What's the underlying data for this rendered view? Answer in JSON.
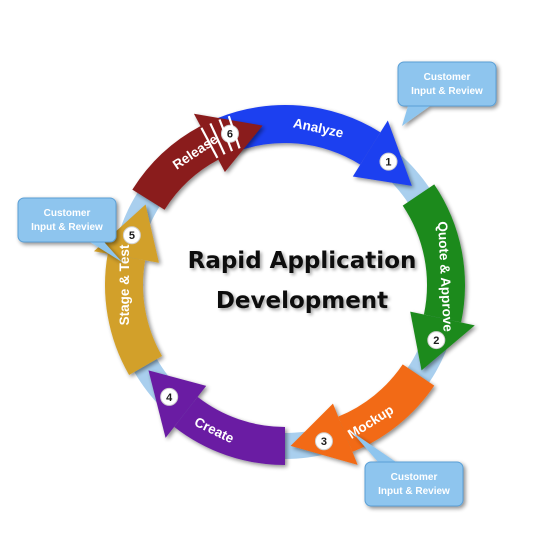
{
  "title_line1": "Rapid Application",
  "title_line2": "Development",
  "steps": [
    {
      "number": "1",
      "label": "Analyze",
      "color": "#1f3ff0"
    },
    {
      "number": "2",
      "label": "Quote & Approve",
      "color": "#1f8a1f"
    },
    {
      "number": "3",
      "label": "Mockup",
      "color": "#f26a12"
    },
    {
      "number": "4",
      "label": "Create",
      "color": "#6a1fa3"
    },
    {
      "number": "5",
      "label": "Stage & Test",
      "color": "#d2a02a"
    },
    {
      "number": "6",
      "label": "Release",
      "color": "#8a1a1a"
    }
  ],
  "feedback": [
    {
      "line1": "Customer",
      "line2": "Input & Review"
    },
    {
      "line1": "Customer",
      "line2": "Input & Review"
    },
    {
      "line1": "Customer",
      "line2": "Input & Review"
    }
  ],
  "colors": {
    "bubble": "#8ec5ee",
    "bubble_dark": "#5a9fd6",
    "connector": "#a9cfee"
  }
}
